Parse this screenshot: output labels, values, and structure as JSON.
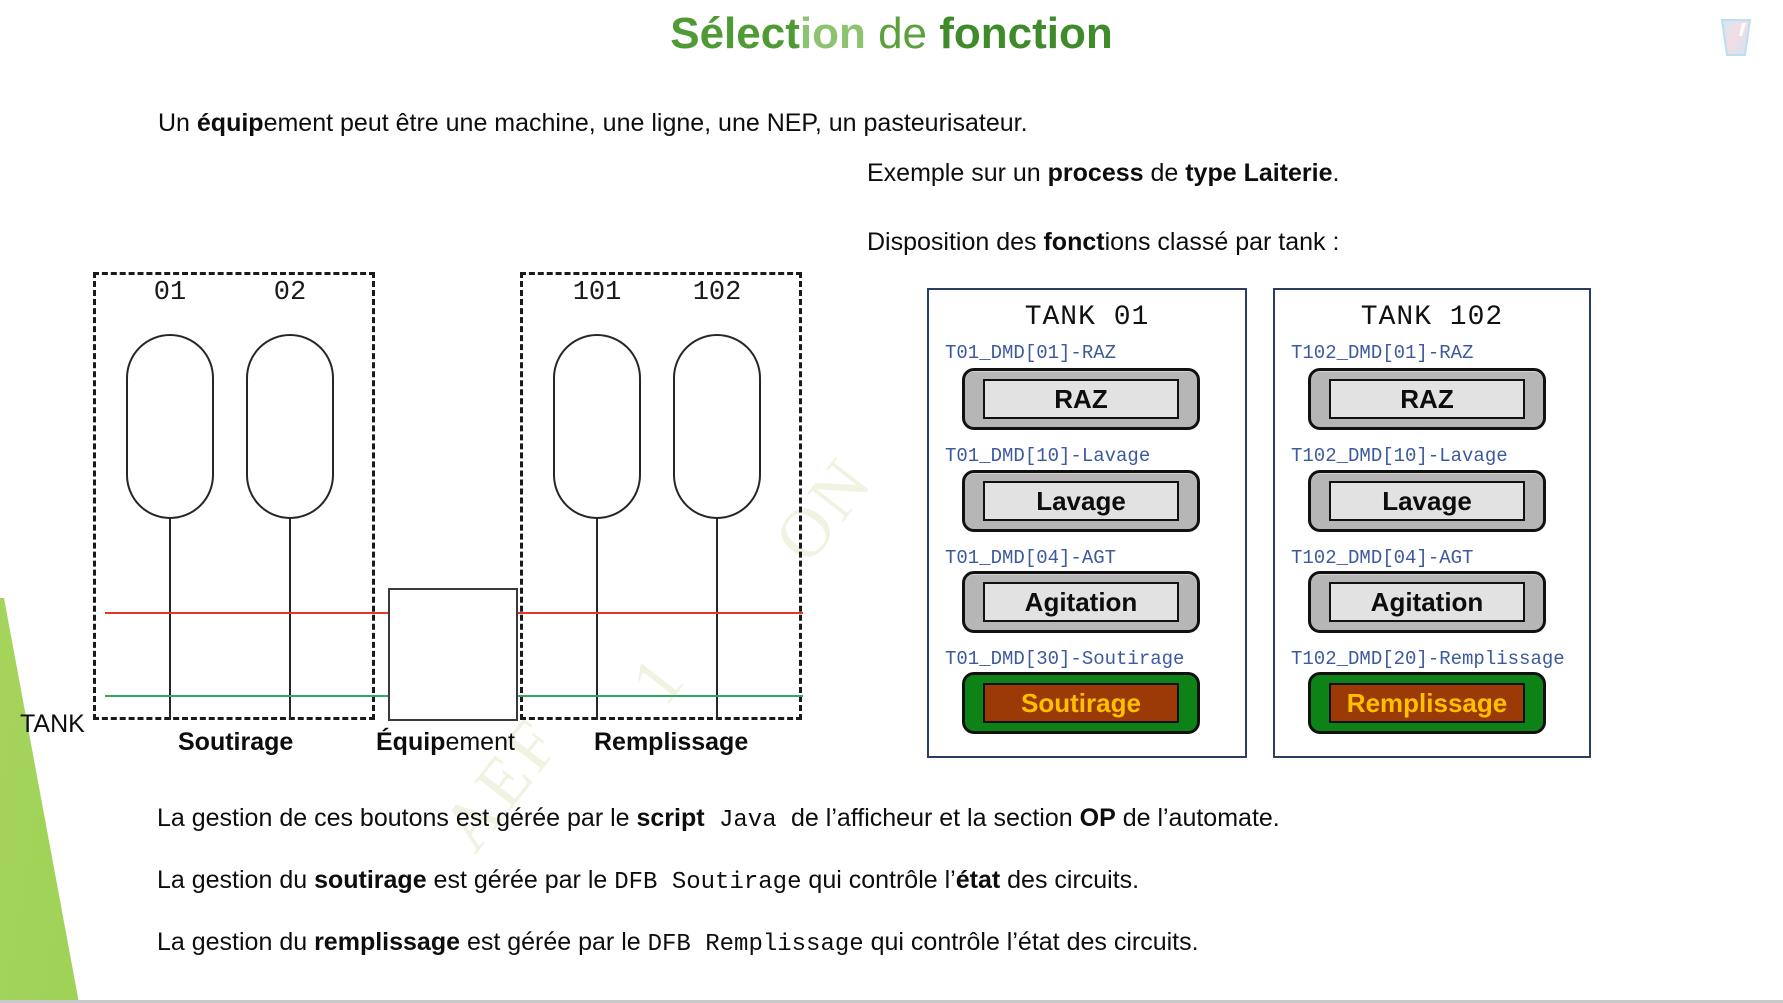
{
  "slide": {
    "title_parts": [
      {
        "text": "Sélect",
        "tone": "dark"
      },
      {
        "text": "ion",
        "tone": "light"
      },
      {
        "text": " de ",
        "tone": "regular"
      },
      {
        "text": "fonction",
        "tone": "darkest"
      }
    ],
    "title_full": "Sélection de fonction",
    "logo_icon": "milk-glass-icon",
    "watermark": [
      "AEF",
      "1",
      "ON",
      "OU"
    ]
  },
  "body": {
    "equipment_line": {
      "prefix": "Un ",
      "bold": "équip",
      "suffix": "ement peut être une machine, une ligne, une NEP, un pasteurisateur."
    },
    "example_line": {
      "prefix": "Exemple sur un ",
      "bold1": "process",
      "mid": " de ",
      "bold2": "type Laiterie",
      "suffix": "."
    },
    "disposition_line": {
      "prefix": "Disposition des ",
      "bold": "fonct",
      "suffix": "ions classé par tank :"
    },
    "footer_lines": [
      {
        "prefix": "La gestion de ces boutons est gérée par le ",
        "bold1": "script",
        "code": " Java ",
        "mid": "de l’afficheur et la section ",
        "bold2": "OP",
        "suffix": " de l’automate."
      },
      {
        "prefix": "La gestion du ",
        "bold1": "soutirage",
        "mid_plain": " est gérée par le ",
        "code": "DFB Soutirage",
        "mid": " qui contrôle l’",
        "bold2": "état",
        "suffix": " des circuits."
      },
      {
        "prefix": "La gestion du ",
        "bold1": "remplissage",
        "mid_plain": " est gérée par le ",
        "code": "DFB Remplissage",
        "mid": " qui contrôle l’état des circuits.",
        "bold2": "",
        "suffix": ""
      }
    ]
  },
  "diagram": {
    "row_label": "TANK",
    "groups": [
      {
        "name": "soutirage",
        "label_bold": "Soutirage",
        "label_rest": "",
        "tanks": [
          "01",
          "02"
        ]
      },
      {
        "name": "remplissage",
        "label_bold": "Remplissage",
        "label_rest": "",
        "tanks": [
          "101",
          "102"
        ]
      }
    ],
    "equipment": {
      "label_bold": "Équip",
      "label_rest": "ement"
    },
    "pipes": {
      "upper_color": "#e8352b",
      "lower_color": "#34a467"
    }
  },
  "panels": [
    {
      "name": "tank-01",
      "title": "TANK 01",
      "rows": [
        {
          "tag": "T01_DMD[01]-RAZ",
          "label": "RAZ",
          "style": "grey"
        },
        {
          "tag": "T01_DMD[10]-Lavage",
          "label": "Lavage",
          "style": "grey"
        },
        {
          "tag": "T01_DMD[04]-AGT",
          "label": "Agitation",
          "style": "grey"
        },
        {
          "tag": "T01_DMD[30]-Soutirage",
          "label": "Soutirage",
          "style": "active"
        }
      ]
    },
    {
      "name": "tank-102",
      "title": "TANK 102",
      "rows": [
        {
          "tag": "T102_DMD[01]-RAZ",
          "label": "RAZ",
          "style": "grey"
        },
        {
          "tag": "T102_DMD[10]-Lavage",
          "label": "Lavage",
          "style": "grey"
        },
        {
          "tag": "T102_DMD[04]-AGT",
          "label": "Agitation",
          "style": "grey"
        },
        {
          "tag": "T102_DMD[20]-Remplissage",
          "label": "Remplissage",
          "style": "active"
        }
      ]
    }
  ],
  "colors": {
    "title_dark": "#4e9a35",
    "title_light": "#8cc370",
    "title_darkest": "#3f8a2b",
    "tag_blue": "#3c5a9e",
    "panel_border": "#2c3c63",
    "button_grey_frame": "#b6b6b6",
    "button_grey_face": "#e2e2e2",
    "button_active_frame": "#0d8217",
    "button_active_face": "#9c3a07",
    "button_active_text": "#ffc000",
    "pipe_red": "#e8352b",
    "pipe_green": "#34a467",
    "deco_green": "#9ed157"
  }
}
